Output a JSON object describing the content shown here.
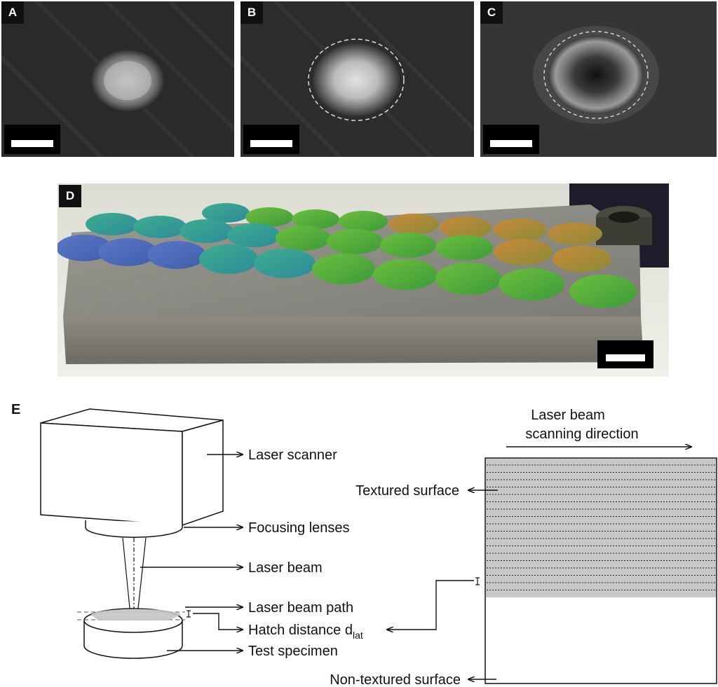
{
  "panels": {
    "a": {
      "label": "A"
    },
    "b": {
      "label": "B"
    },
    "c": {
      "label": "C"
    },
    "d": {
      "label": "D"
    },
    "e": {
      "label": "E"
    }
  },
  "diagram": {
    "laser_scanner": "Laser scanner",
    "focusing_lenses": "Focusing lenses",
    "laser_beam": "Laser beam",
    "laser_beam_path": "Laser beam path",
    "hatch_distance": "Hatch distance d",
    "hatch_subscript": "lat",
    "test_specimen": "Test specimen",
    "scan_direction_line1": "Laser beam",
    "scan_direction_line2": "scanning direction",
    "textured_surface": "Textured surface",
    "non_textured_surface": "Non-textured surface"
  },
  "colors": {
    "micrograph_bg": "#2b2b2b",
    "textured_fill": "#c9c9c9",
    "scale_bar_box": "#000000",
    "scale_bar": "#ffffff"
  }
}
